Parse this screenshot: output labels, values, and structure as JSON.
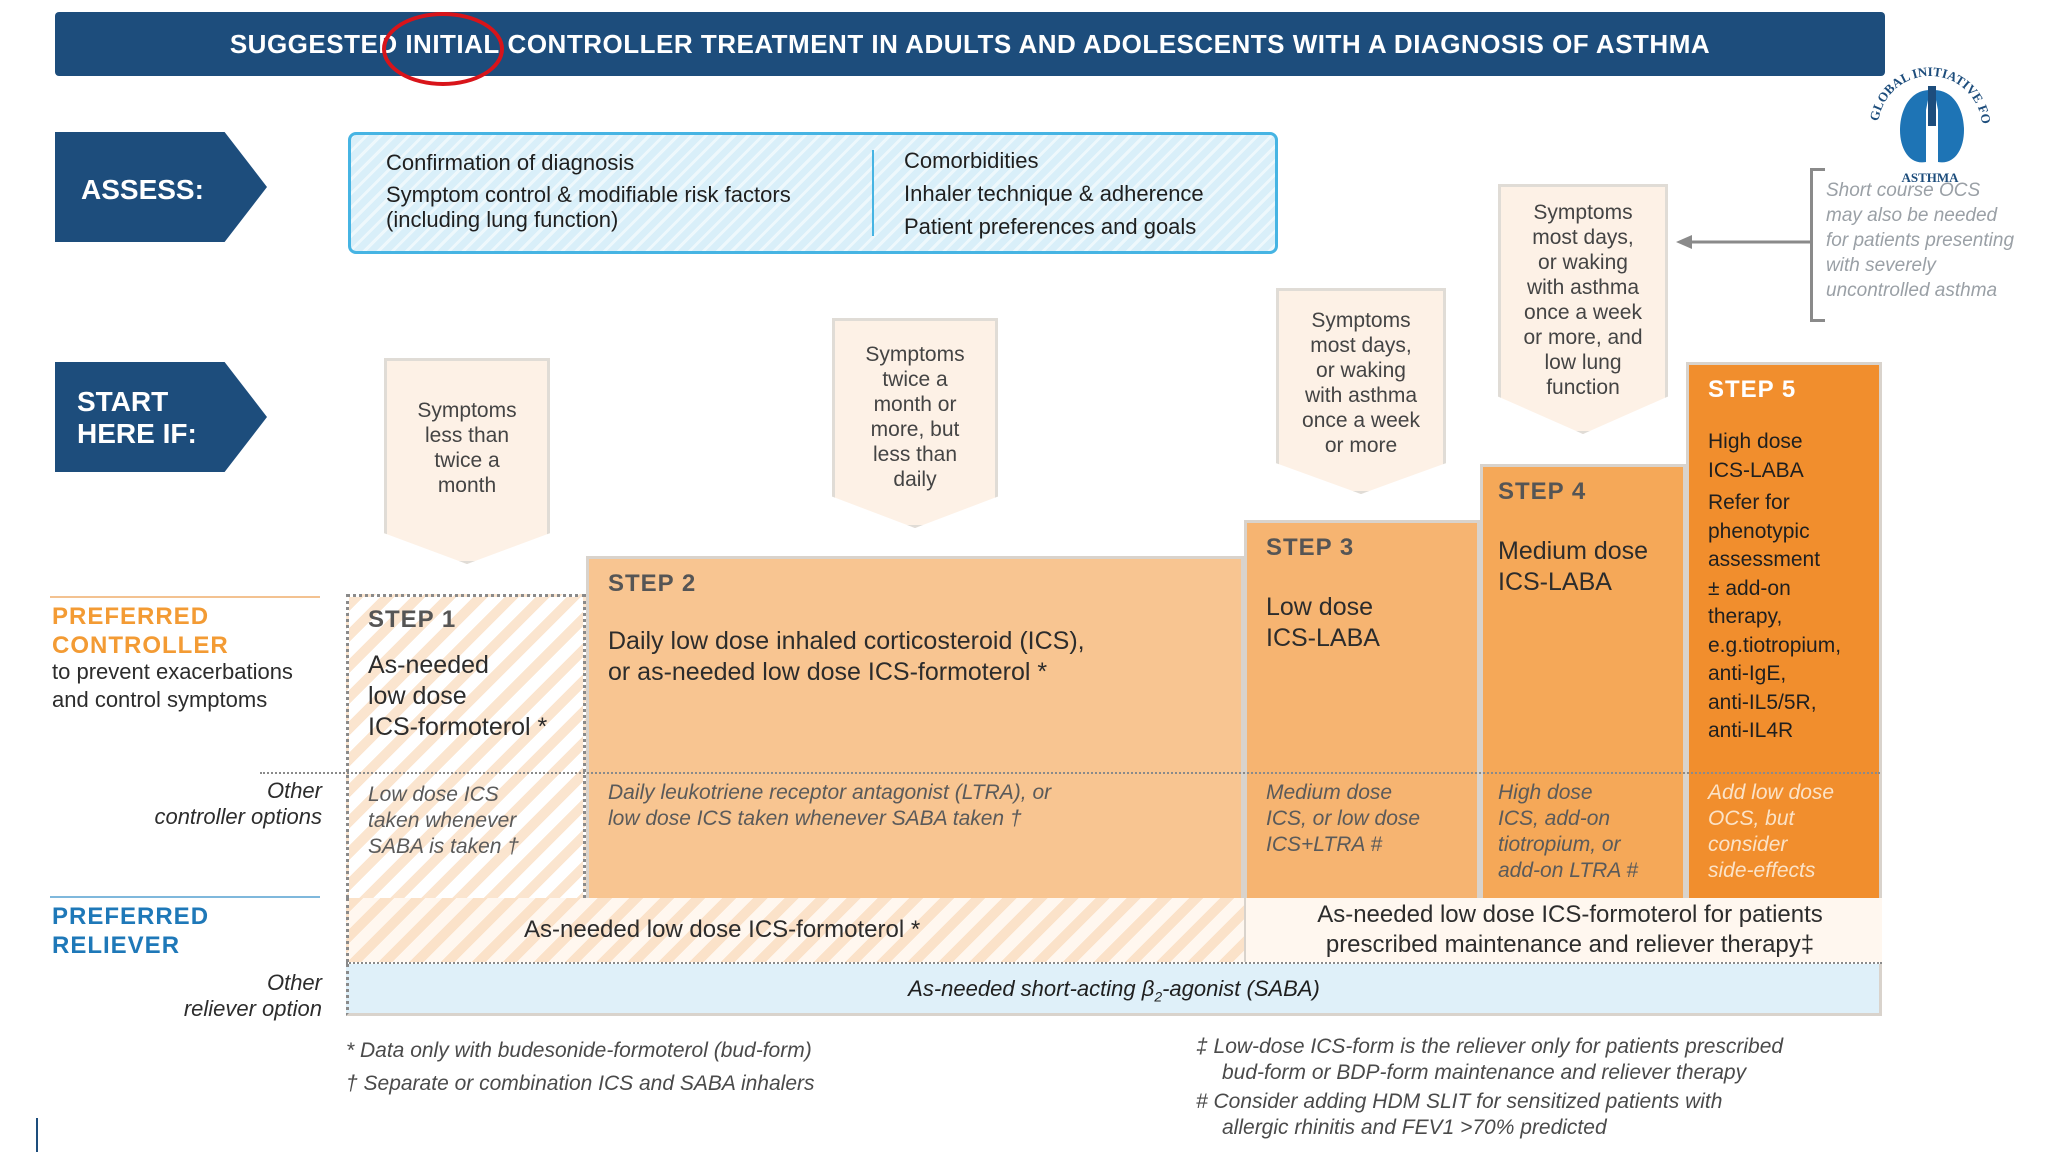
{
  "header": {
    "title_prefix": "SUGGESTED ",
    "title_highlight": "INITIAL",
    "title_suffix": " CONTROLLER TREATMENT IN ADULTS AND ADOLESCENTS WITH A DIAGNOSIS OF ASTHMA"
  },
  "logo": {
    "arc_text": "GLOBAL INITIATIVE FOR",
    "bottom_text": "ASTHMA"
  },
  "assess": {
    "label": "ASSESS:",
    "left": [
      "Confirmation of diagnosis",
      "Symptom control & modifiable risk factors",
      "(including lung function)"
    ],
    "right": [
      "Comorbidities",
      "Inhaler technique & adherence",
      "Patient preferences and goals"
    ]
  },
  "start": {
    "line1": "START",
    "line2": "HERE IF:"
  },
  "callouts": {
    "c1": [
      "Symptoms",
      "less than",
      "twice a",
      "month"
    ],
    "c2": [
      "Symptoms",
      "twice a",
      "month or",
      "more, but",
      "less than",
      "daily"
    ],
    "c3": [
      "Symptoms",
      "most days,",
      "or waking",
      "with asthma",
      "once a week",
      "or more"
    ],
    "c4": [
      "Symptoms",
      "most days,",
      "or waking",
      "with asthma",
      "once a week",
      "or more, and",
      "low lung",
      "function"
    ]
  },
  "ocs_note": [
    "Short course OCS",
    "may also be needed",
    "for patients presenting",
    "with severely",
    "uncontrolled asthma"
  ],
  "labels": {
    "preferred_controller": [
      "PREFERRED",
      "CONTROLLER"
    ],
    "controller_desc": [
      "to prevent exacerbations",
      "and control symptoms"
    ],
    "other_controller": [
      "Other",
      "controller options"
    ],
    "preferred_reliever": [
      "PREFERRED",
      "RELIEVER"
    ],
    "other_reliever": [
      "Other",
      "reliever option"
    ]
  },
  "steps": [
    {
      "title": "STEP 1",
      "main": [
        "As-needed",
        "low dose",
        "ICS-formoterol *"
      ],
      "other": [
        "Low dose ICS",
        "taken whenever",
        "SABA is taken †"
      ]
    },
    {
      "title": "STEP 2",
      "main": [
        "Daily low dose inhaled corticosteroid (ICS),",
        "or as-needed low dose ICS-formoterol *"
      ],
      "other": [
        "Daily leukotriene receptor antagonist (LTRA), or",
        "low dose ICS taken whenever SABA taken †"
      ]
    },
    {
      "title": "STEP 3",
      "main": [
        "Low dose",
        "ICS-LABA"
      ],
      "other": [
        "Medium dose",
        "ICS, or low dose",
        "ICS+LTRA #"
      ]
    },
    {
      "title": "STEP 4",
      "main": [
        "Medium dose",
        "ICS-LABA"
      ],
      "other": [
        "High dose",
        "ICS, add-on",
        "tiotropium, or",
        "add-on LTRA #"
      ]
    },
    {
      "title": "STEP 5",
      "main": [
        "High dose",
        "ICS-LABA",
        "Refer for",
        "phenotypic",
        "assessment",
        "± add-on",
        "therapy,",
        "e.g.tiotropium,",
        "anti-IgE,",
        "anti-IL5/5R,",
        "anti-IL4R"
      ],
      "other": [
        "Add low dose",
        "OCS, but",
        "consider",
        "side-effects"
      ]
    }
  ],
  "reliever": {
    "left": "As-needed low dose ICS-formoterol *",
    "right": [
      "As-needed low dose ICS-formoterol  for patients",
      "prescribed maintenance and reliever therapy‡"
    ],
    "saba_prefix": "As-needed short-acting β",
    "saba_sub": "2",
    "saba_suffix": "-agonist (SABA)"
  },
  "footnotes": {
    "left": [
      "* Data only with budesonide-formoterol (bud-form)",
      "† Separate or combination ICS and SABA inhalers"
    ],
    "right": [
      "‡ Low-dose ICS-form is the reliever only for patients prescribed",
      "bud-form or BDP-form maintenance and reliever therapy",
      "# Consider adding HDM SLIT for sensitized patients with",
      "allergic rhinitis and FEV1 >70% predicted"
    ]
  },
  "colors": {
    "navy": "#1d4d7c",
    "step1": "#fbe5cf",
    "step2": "#f8c591",
    "step3": "#f6b471",
    "step4": "#f5a858",
    "step5": "#f18e2d",
    "reliever_bg": "#fcefe2",
    "saba_bg": "#dff0f9",
    "ring": "#d8141a"
  }
}
